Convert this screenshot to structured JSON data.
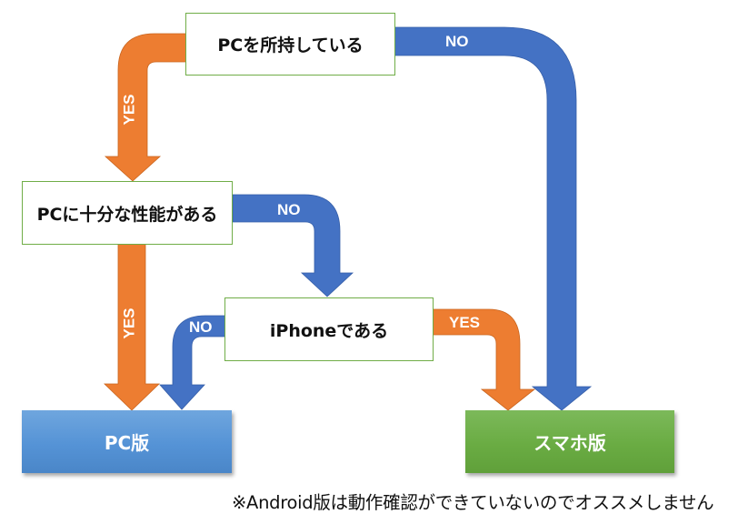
{
  "colors": {
    "yes_arrow": "#ed7d31",
    "no_arrow": "#4472c4",
    "question_border": "#70ad47",
    "pc_result": "#5b9bd5",
    "smartphone_result": "#70ad47"
  },
  "nodes": {
    "q_has_pc": "PCを所持している",
    "q_pc_enough_spec": "PCに十分な性能がある",
    "q_is_iphone": "iPhoneである",
    "result_pc": "PC版",
    "result_smartphone": "スマホ版"
  },
  "edges": [
    {
      "from": "q_has_pc",
      "to": "q_pc_enough_spec",
      "label": "YES"
    },
    {
      "from": "q_has_pc",
      "to": "result_smartphone",
      "label": "NO"
    },
    {
      "from": "q_pc_enough_spec",
      "to": "result_pc",
      "label": "YES"
    },
    {
      "from": "q_pc_enough_spec",
      "to": "q_is_iphone",
      "label": "NO"
    },
    {
      "from": "q_is_iphone",
      "to": "result_smartphone",
      "label": "YES"
    },
    {
      "from": "q_is_iphone",
      "to": "result_pc",
      "label": "NO"
    }
  ],
  "note": "※Android版は動作確認ができていないのでオススメしません"
}
